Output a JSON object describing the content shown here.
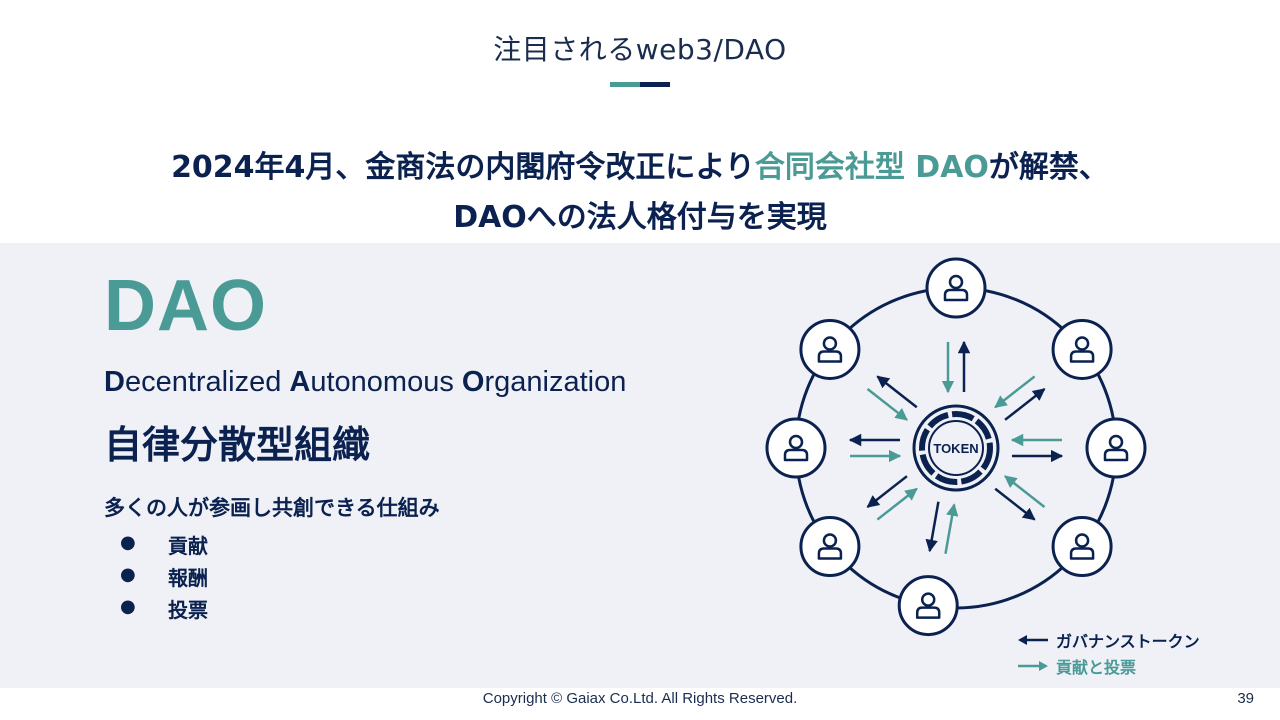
{
  "slide": {
    "title": "注目されるweb3/DAO",
    "headline_line1_a": "2024年4月、金商法の内閣府令改正により",
    "headline_line1_accent": "合同会社型 DAO",
    "headline_line1_b": "が解禁、",
    "headline_line2": "DAOへの法人格付与を実現"
  },
  "dao": {
    "acronym": "DAO",
    "full_d": "D",
    "full_rest1": "ecentralized ",
    "full_a": "A",
    "full_rest2": "utonomous ",
    "full_o": "O",
    "full_rest3": "rganization",
    "japanese": "自律分散型組織",
    "mechanism": "多くの人が参画し共創できる仕組み",
    "bullets": [
      "貢献",
      "報酬",
      "投票"
    ]
  },
  "diagram": {
    "center_label": "TOKEN",
    "legend": {
      "governance": "ガバナンストークン",
      "contribution": "貢献と投票"
    }
  },
  "colors": {
    "navy": "#0b2250",
    "teal": "#4a9a96",
    "panel_bg": "#eff1f6"
  },
  "footer": {
    "copyright": "Copyright © Gaiax Co.Ltd. All Rights Reserved.",
    "page": "39"
  }
}
